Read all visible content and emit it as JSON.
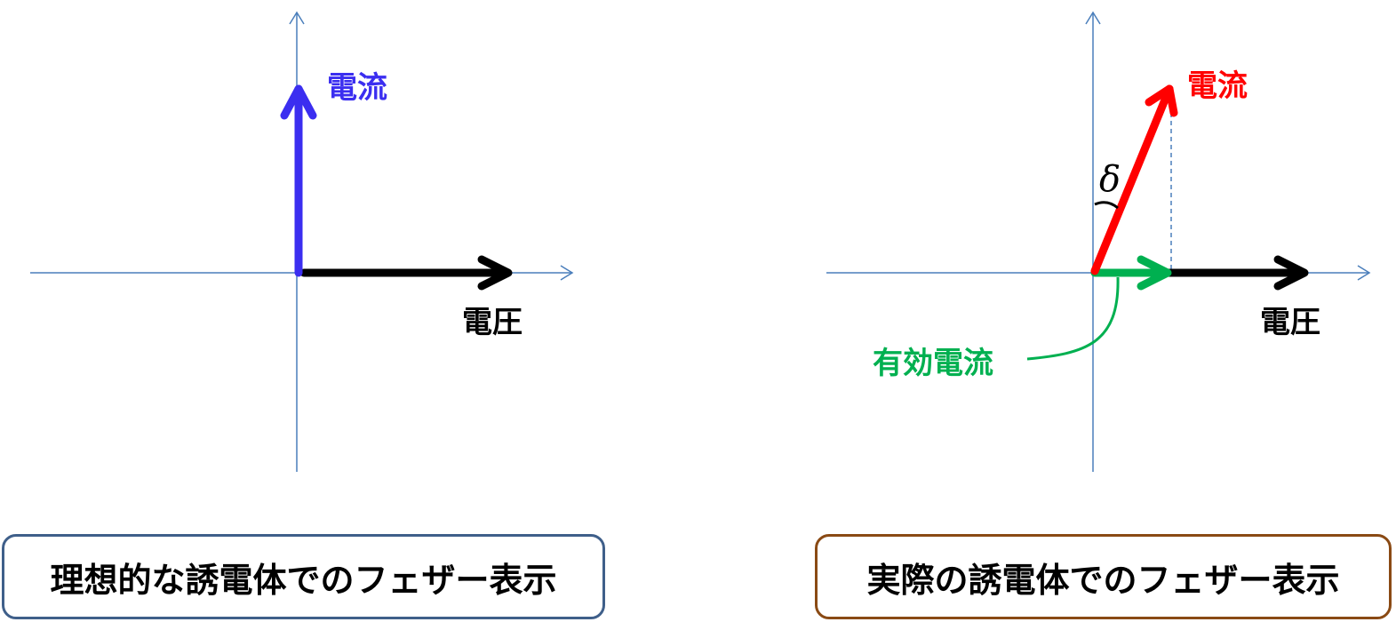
{
  "left_panel": {
    "current_label": "電流",
    "voltage_label": "電圧",
    "caption": "理想的な誘電体でのフェザー表示"
  },
  "right_panel": {
    "current_label": "電流",
    "voltage_label": "電圧",
    "angle_label": "δ",
    "active_current_label": "有効電流",
    "caption": "実際の誘電体でのフェザー表示"
  },
  "colors": {
    "axis": "#4a7ebb",
    "ideal_current": "#3b2ef0",
    "voltage": "#000000",
    "real_current": "#ff0000",
    "active_current": "#00b050",
    "caption_left_border": "#3f5f8a",
    "caption_right_border": "#8a4a14"
  }
}
